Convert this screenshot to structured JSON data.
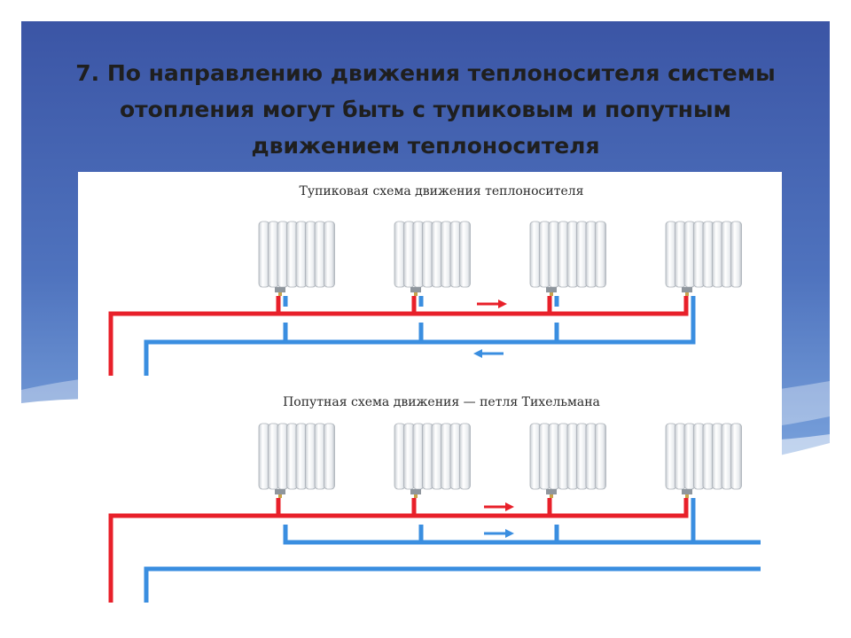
{
  "slide": {
    "title_lines": [
      "7. По направлению движения теплоносителя системы",
      "отопления могут быть с тупиковым и попутным",
      "движением теплоносителя"
    ]
  },
  "diagrams": [
    {
      "caption": "Тупиковая схема движения теплоносителя"
    },
    {
      "caption": "Попутная схема движения — петля Тихельмана"
    }
  ],
  "colors": {
    "supply": "#e8202a",
    "return": "#3a8ee0",
    "bg_blue_top": "#3c59a8",
    "bg_blue_bottom": "#6f9bd8"
  },
  "icons": [
    "radiator-icon",
    "flow-arrow-icon"
  ]
}
